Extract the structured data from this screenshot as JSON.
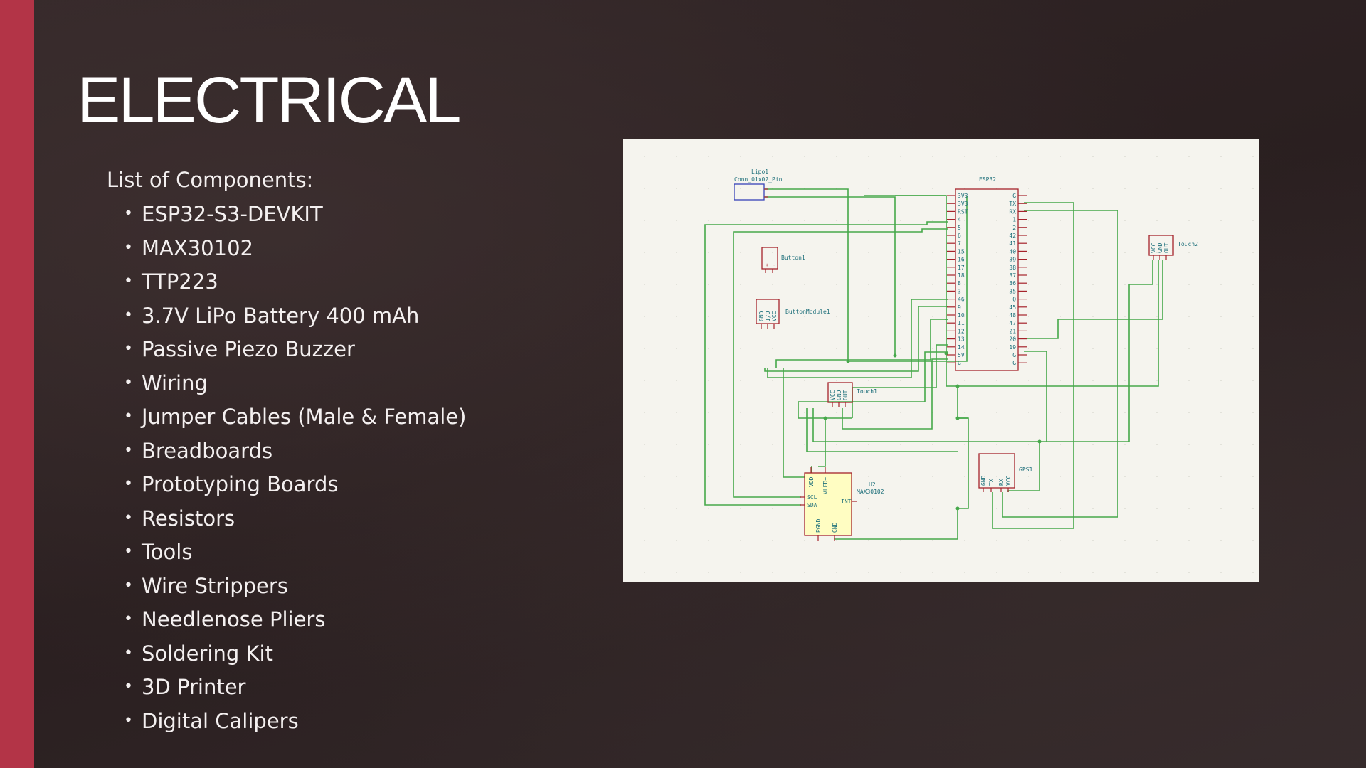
{
  "slide": {
    "title": "ELECTRICAL",
    "list_heading": "List of Components:",
    "bullet_glyph": "•",
    "items": [
      "ESP32-S3-DEVKIT",
      "MAX30102",
      "TTP223",
      "3.7V LiPo Battery 400 mAh",
      "Passive Piezo Buzzer",
      "Wiring",
      "Jumper Cables (Male & Female)",
      "Breadboards",
      "Prototyping Boards",
      "Resistors",
      "Tools",
      "Wire Strippers",
      "Needlenose Pliers",
      "Soldering Kit",
      "3D Printer",
      "Digital Calipers"
    ]
  },
  "schematic": {
    "lipo": {
      "ref": "Lipo1",
      "value": "Conn_01x02_Pin"
    },
    "esp32": {
      "ref": "ESP32",
      "left_pins": [
        "3V3",
        "3V3",
        "RST",
        "4",
        "5",
        "6",
        "7",
        "15",
        "16",
        "17",
        "18",
        "8",
        "3",
        "46",
        "9",
        "10",
        "11",
        "12",
        "13",
        "14",
        "5V",
        "G"
      ],
      "right_pins": [
        "G",
        "TX",
        "RX",
        "1",
        "2",
        "42",
        "41",
        "40",
        "39",
        "38",
        "37",
        "36",
        "35",
        "0",
        "45",
        "48",
        "47",
        "21",
        "20",
        "19",
        "G",
        "G"
      ]
    },
    "button": {
      "ref": "Button1"
    },
    "button_module": {
      "ref": "ButtonModule1",
      "pins": [
        "GND",
        "I/O",
        "VCC"
      ]
    },
    "touch1": {
      "ref": "Touch1",
      "pins": [
        "VCC",
        "GND",
        "OUT"
      ]
    },
    "touch2": {
      "ref": "Touch2",
      "pins": [
        "VCC",
        "GND",
        "OUT"
      ]
    },
    "max30102": {
      "ref": "U2",
      "value": "MAX30102",
      "pins": [
        "VDD",
        "VLED+",
        "SCL",
        "SDA",
        "INT",
        "PGND",
        "GND"
      ]
    },
    "gps": {
      "ref": "GPS1",
      "pins": [
        "GND",
        "TX",
        "RX",
        "VCC"
      ]
    }
  },
  "colors": {
    "accent": "#b33447",
    "background": "#2e2324",
    "wire": "#46a84a",
    "component": "#a5232b",
    "label": "#1d6f7a",
    "ic_fill": "#fffdc2"
  }
}
